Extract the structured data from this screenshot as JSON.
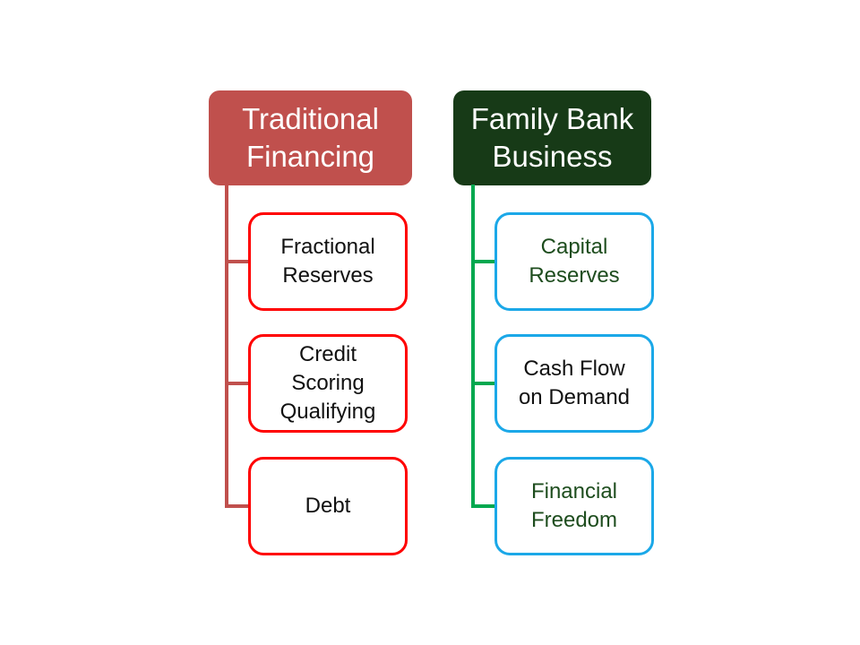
{
  "diagram": {
    "type": "two-column hierarchy comparison",
    "background_color": "#FFFFFF",
    "columns": [
      {
        "id": "traditional-financing",
        "header": {
          "label": "Traditional Financing",
          "bg_color": "#C0504D",
          "text_color": "#FFFFFF"
        },
        "connector_color": "#C0504D",
        "child_border_color": "#FF0000",
        "children": [
          {
            "label": "Fractional Reserves",
            "text_color": "#111111"
          },
          {
            "label": "Credit Scoring Qualifying",
            "text_color": "#111111"
          },
          {
            "label": "Debt",
            "text_color": "#111111"
          }
        ]
      },
      {
        "id": "family-bank-business",
        "header": {
          "label": "Family Bank Business",
          "bg_color": "#173A17",
          "text_color": "#FFFFFF"
        },
        "connector_color": "#00A84F",
        "child_border_color": "#1BA8E8",
        "children": [
          {
            "label": "Capital Reserves",
            "text_color": "#1E4D1E"
          },
          {
            "label": "Cash Flow on Demand",
            "text_color": "#111111"
          },
          {
            "label": "Financial Freedom",
            "text_color": "#1E4D1E"
          }
        ]
      }
    ]
  }
}
